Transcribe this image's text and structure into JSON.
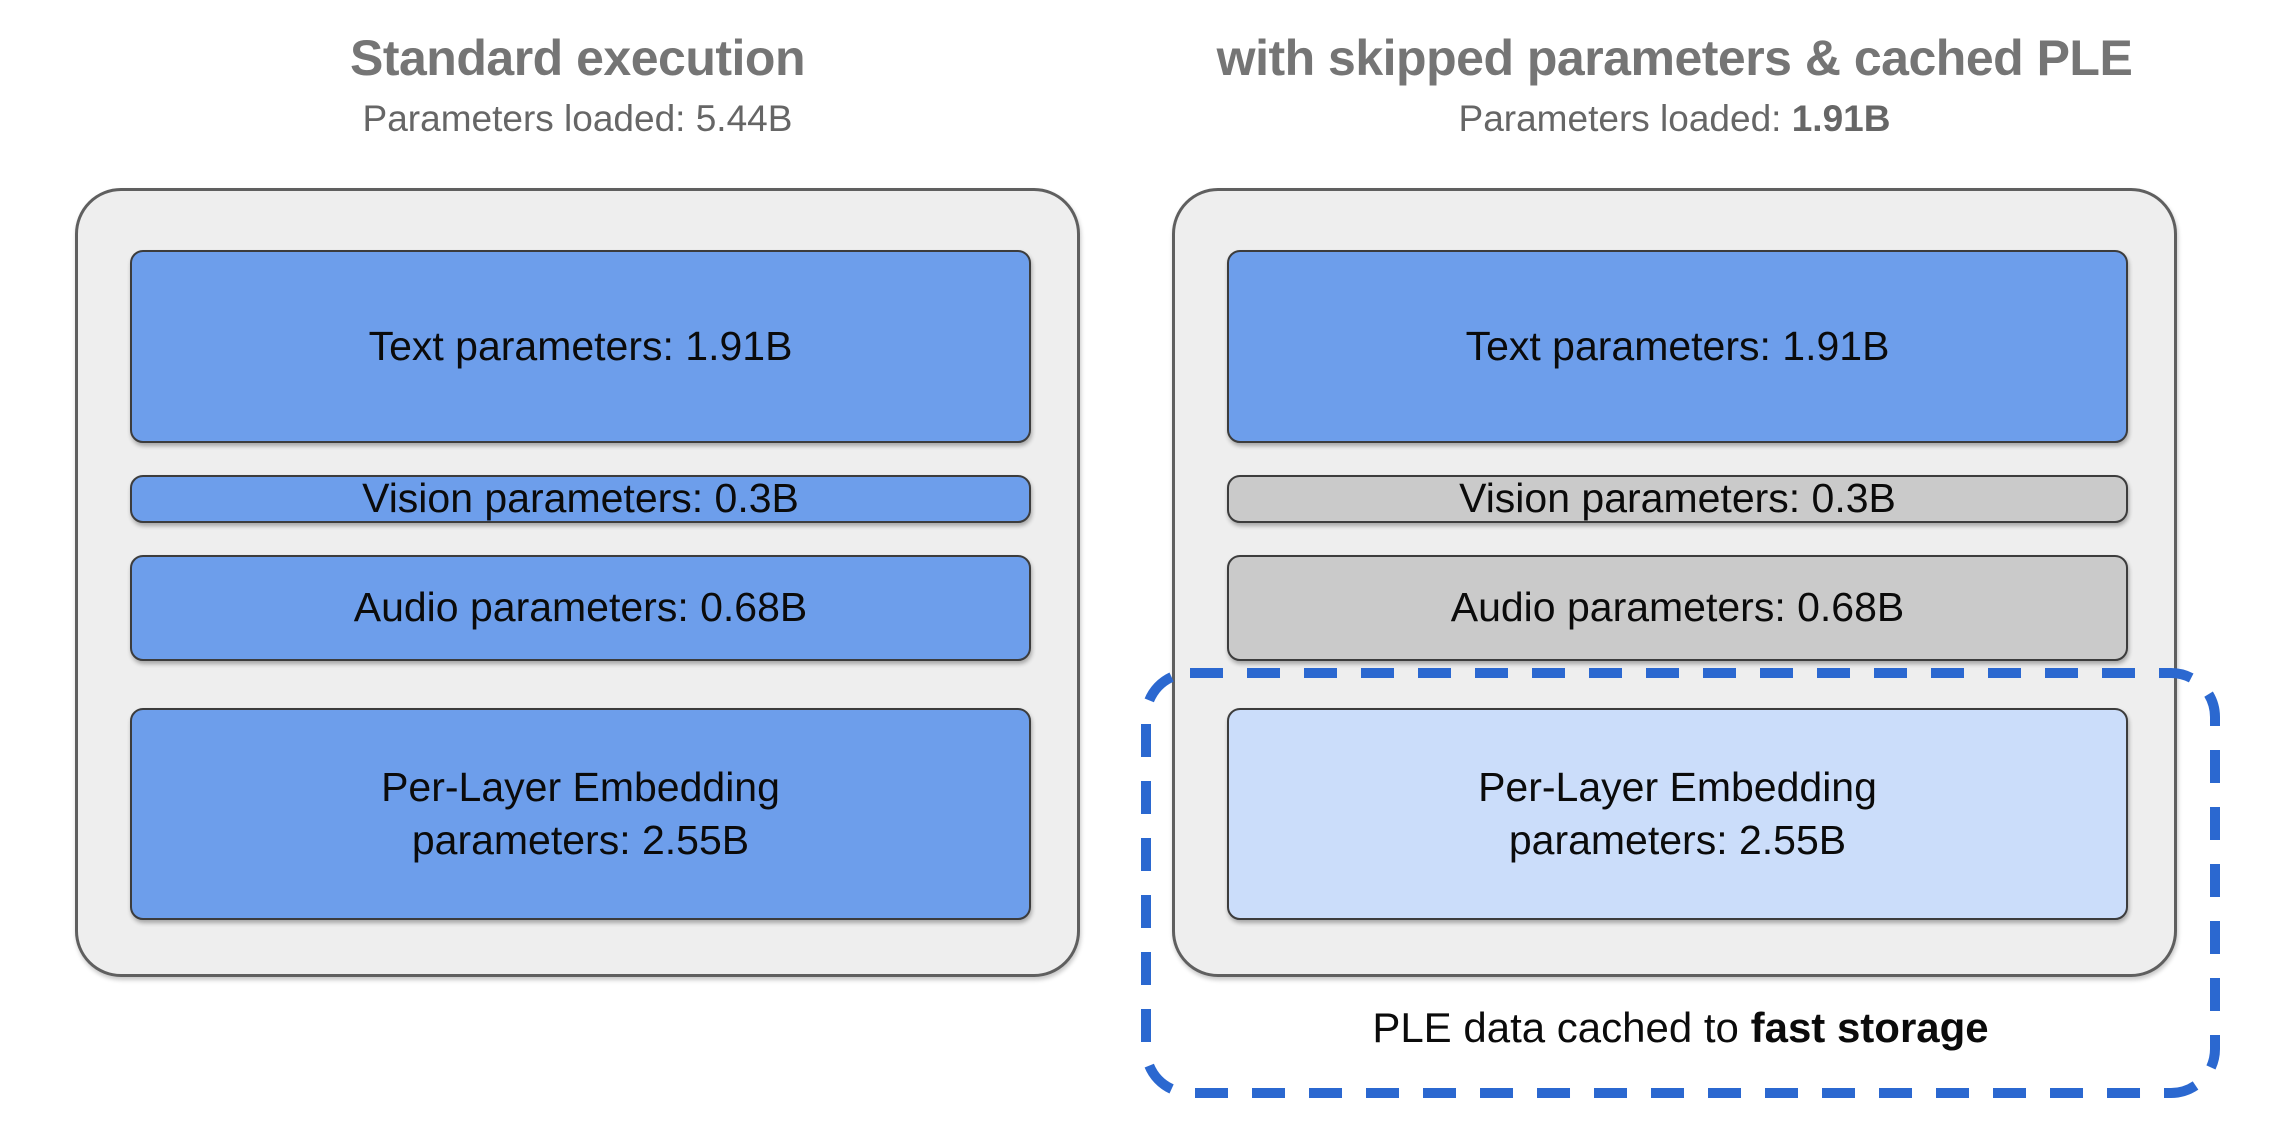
{
  "left_panel": {
    "title": "Standard execution",
    "subtitle_label": "Parameters loaded: ",
    "subtitle_value": "5.44B",
    "boxes": {
      "text": "Text parameters: 1.91B",
      "vision": "Vision parameters: 0.3B",
      "audio": "Audio parameters: 0.68B",
      "ple_line1": "Per-Layer Embedding",
      "ple_line2": "parameters: 2.55B"
    }
  },
  "right_panel": {
    "title": "with skipped parameters & cached PLE",
    "subtitle_label": "Parameters loaded: ",
    "subtitle_value": "1.91B",
    "boxes": {
      "text": "Text parameters: 1.91B",
      "vision": "Vision parameters: 0.3B",
      "audio": "Audio parameters: 0.68B",
      "ple_line1": "Per-Layer Embedding",
      "ple_line2": "parameters: 2.55B"
    }
  },
  "ple_callout": {
    "caption_prefix": "PLE data cached to ",
    "caption_emphasis": "fast storage"
  },
  "colors": {
    "active-blue": "#6d9eeb",
    "cached-blue": "#cbddfa",
    "skipped-gray": "#cacaca",
    "panel-gray": "#eeeeee",
    "dash-blue": "#2b68d0",
    "title-gray": "#757575"
  }
}
